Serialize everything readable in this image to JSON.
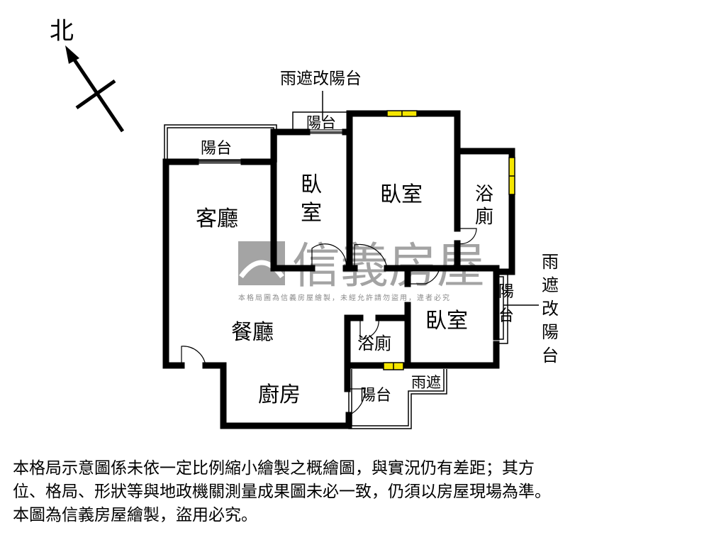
{
  "compass": {
    "north_label": "北"
  },
  "rooms": {
    "balcony_living": "陽台",
    "living_room": "客廳",
    "bedroom_small_line1": "臥",
    "bedroom_small_line2": "室",
    "balcony_small": "陽台",
    "bedroom_master": "臥室",
    "bathroom_master_line1": "浴",
    "bathroom_master_line2": "廁",
    "dining_room": "餐廳",
    "bedroom_third": "臥室",
    "bathroom_second": "浴廁",
    "kitchen": "廚房",
    "balcony_kitchen": "陽台",
    "rain_shelter": "雨遮",
    "balcony_side_line1": "陽",
    "balcony_side_line2": "台"
  },
  "annotations": {
    "top_callout": "雨遮改陽台",
    "side_callout": [
      "雨",
      "遮",
      "改",
      "陽",
      "台"
    ]
  },
  "watermark": {
    "brand": "信義房屋",
    "notice": "本格局圖為信義房屋繪製，未經允許請勿盜用，違者必究"
  },
  "disclaimer": [
    "本格局示意圖係未依一定比例縮小繪製之概繪圖，與實況仍有差距；其方",
    "位、格局、形狀等與地政機關測量成果圖未必一致，仍須以房屋現場為準。",
    "本圖為信義房屋繪製，盜用必究。"
  ],
  "colors": {
    "wall": "#000000",
    "window": "#f5e600",
    "watermark": "#9a9a9a"
  }
}
